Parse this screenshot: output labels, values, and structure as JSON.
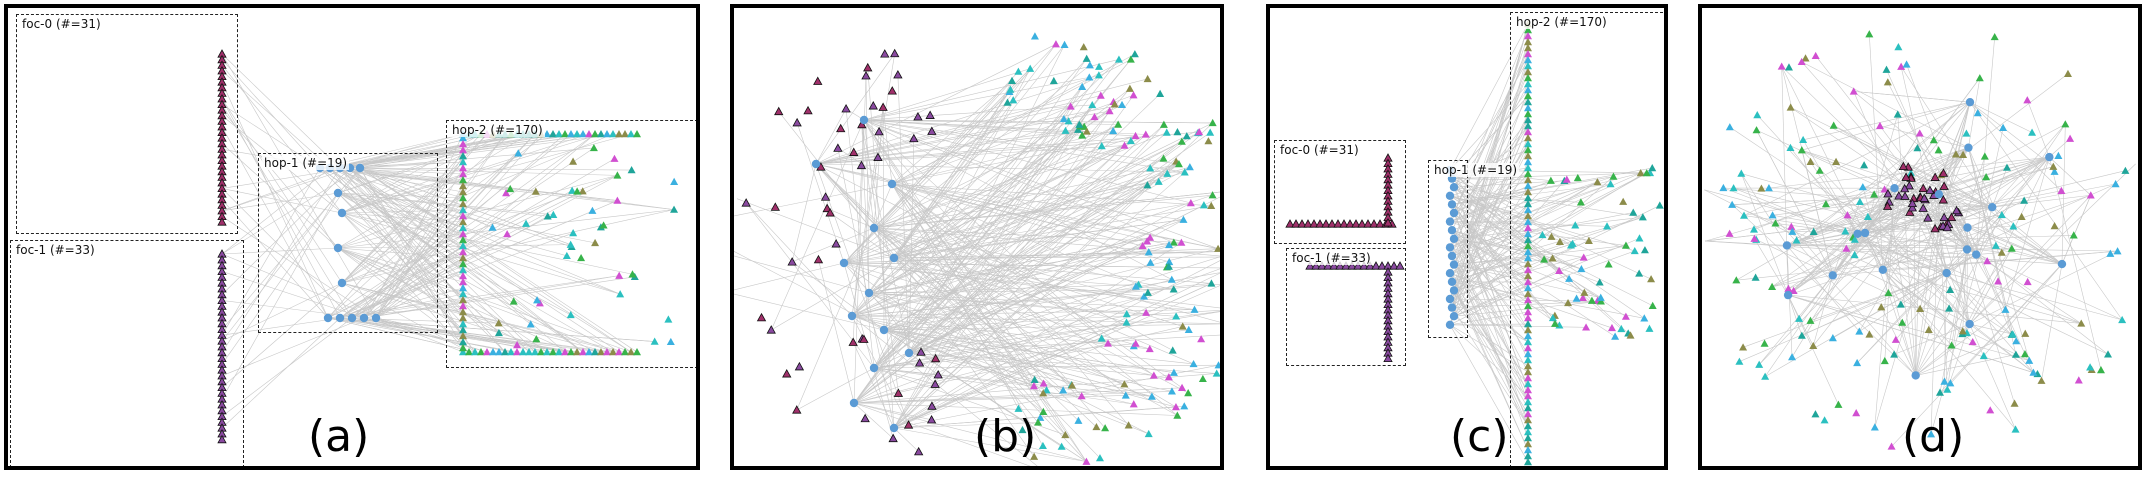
{
  "panels": [
    {
      "id": "a",
      "label": "(a)",
      "groups": [
        {
          "label": "foc-0 (#=31)"
        },
        {
          "label": "foc-1 (#=33)"
        },
        {
          "label": "hop-1 (#=19)"
        },
        {
          "label": "hop-2 (#=170)"
        }
      ]
    },
    {
      "id": "b",
      "label": "(b)",
      "groups": []
    },
    {
      "id": "c",
      "label": "(c)",
      "groups": [
        {
          "label": "hop-2 (#=170)"
        },
        {
          "label": "foc-0 (#=31)"
        },
        {
          "label": "hop-1 (#=19)"
        },
        {
          "label": "foc-1 (#=33)"
        }
      ]
    },
    {
      "id": "d",
      "label": "(d)",
      "groups": []
    }
  ],
  "colors": {
    "edge": "#c8c8c8",
    "hop1_node": "#5b9bd5",
    "foc0_node": "#a0306a",
    "foc1_node": "#8a4aa0",
    "hop2_palette": [
      "#2bc0c0",
      "#37b34a",
      "#d14fd1",
      "#3ab0e0",
      "#8c8c4a",
      "#1fa59a"
    ]
  }
}
